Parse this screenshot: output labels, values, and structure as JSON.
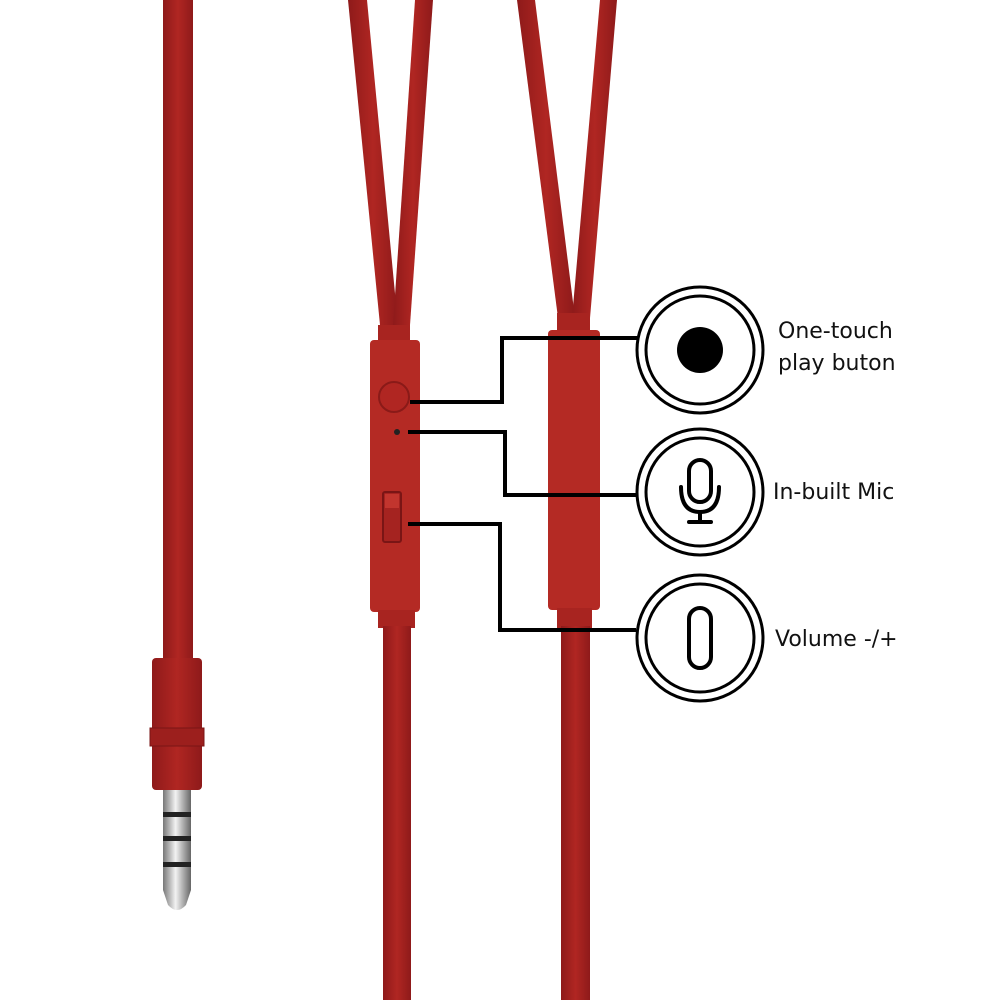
{
  "colors": {
    "cable": "#a3201f",
    "cable_dark": "#861818",
    "remote": "#b42a24",
    "line": "#000000"
  },
  "callouts": [
    {
      "icon": "filled-circle-icon",
      "label_lines": [
        "One-touch",
        "play buton"
      ]
    },
    {
      "icon": "microphone-icon",
      "label_lines": [
        "In-built Mic"
      ]
    },
    {
      "icon": "pill-slider-icon",
      "label_lines": [
        "Volume -/+"
      ]
    }
  ]
}
